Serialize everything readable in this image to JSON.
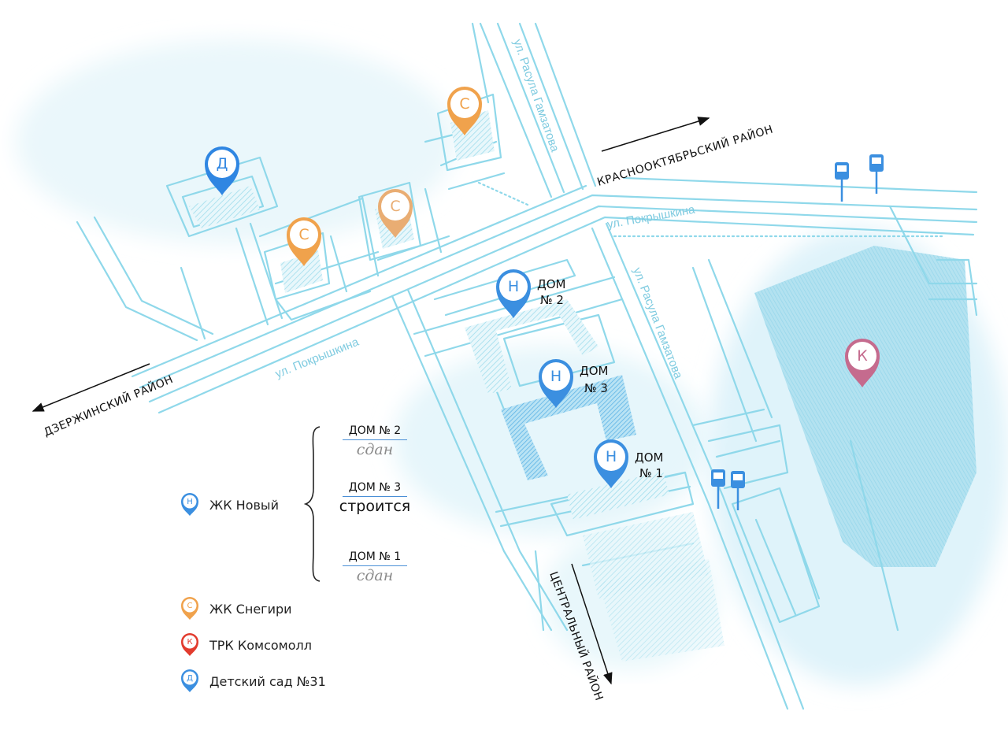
{
  "streets": {
    "pokryshkina_left": "ул. Покрышкина",
    "pokryshkina_right": "ул. Покрышкина",
    "gamzatova_top": "ул. Расула Гамзатова",
    "gamzatova_mid": "ул. Расула Гамзатова"
  },
  "districts": {
    "dzerzhinsky": "ДЗЕРЖИНСКИЙ РАЙОН",
    "krasnooktyabrsky": "КРАСНООКТЯБРЬСКИЙ РАЙОН",
    "centralny": "ЦЕНТРАЛЬНЫЙ РАЙОН"
  },
  "pins": {
    "d_letter": "Д",
    "s_letter": "С",
    "n_letter": "Н",
    "k_letter": "К"
  },
  "houses": {
    "house2_l1": "ДОМ",
    "house2_l2": "№ 2",
    "house3_l1": "ДОМ",
    "house3_l2": "№ 3",
    "house1_l1": "ДОМ",
    "house1_l2": "№ 1"
  },
  "legend": {
    "novy": {
      "icon_letter": "Н",
      "label": "ЖК Новый"
    },
    "snegiri": {
      "icon_letter": "С",
      "label": "ЖК Снегири"
    },
    "komsomoll": {
      "icon_letter": "К",
      "label": "ТРК Комсомолл"
    },
    "sad": {
      "icon_letter": "Д",
      "label": "Детский сад №31"
    },
    "status": [
      {
        "house": "ДОМ № 2",
        "status": "сдан"
      },
      {
        "house": "ДОМ № 3",
        "status": "строится"
      },
      {
        "house": "ДОМ № 1",
        "status": "сдан"
      }
    ]
  },
  "colors": {
    "road": "#8fd8ea",
    "blue_pin": "#3b8fe0",
    "orange_pin": "#f0a24c",
    "pink_pin": "#c56b8e",
    "red_pin": "#e23b2e"
  }
}
